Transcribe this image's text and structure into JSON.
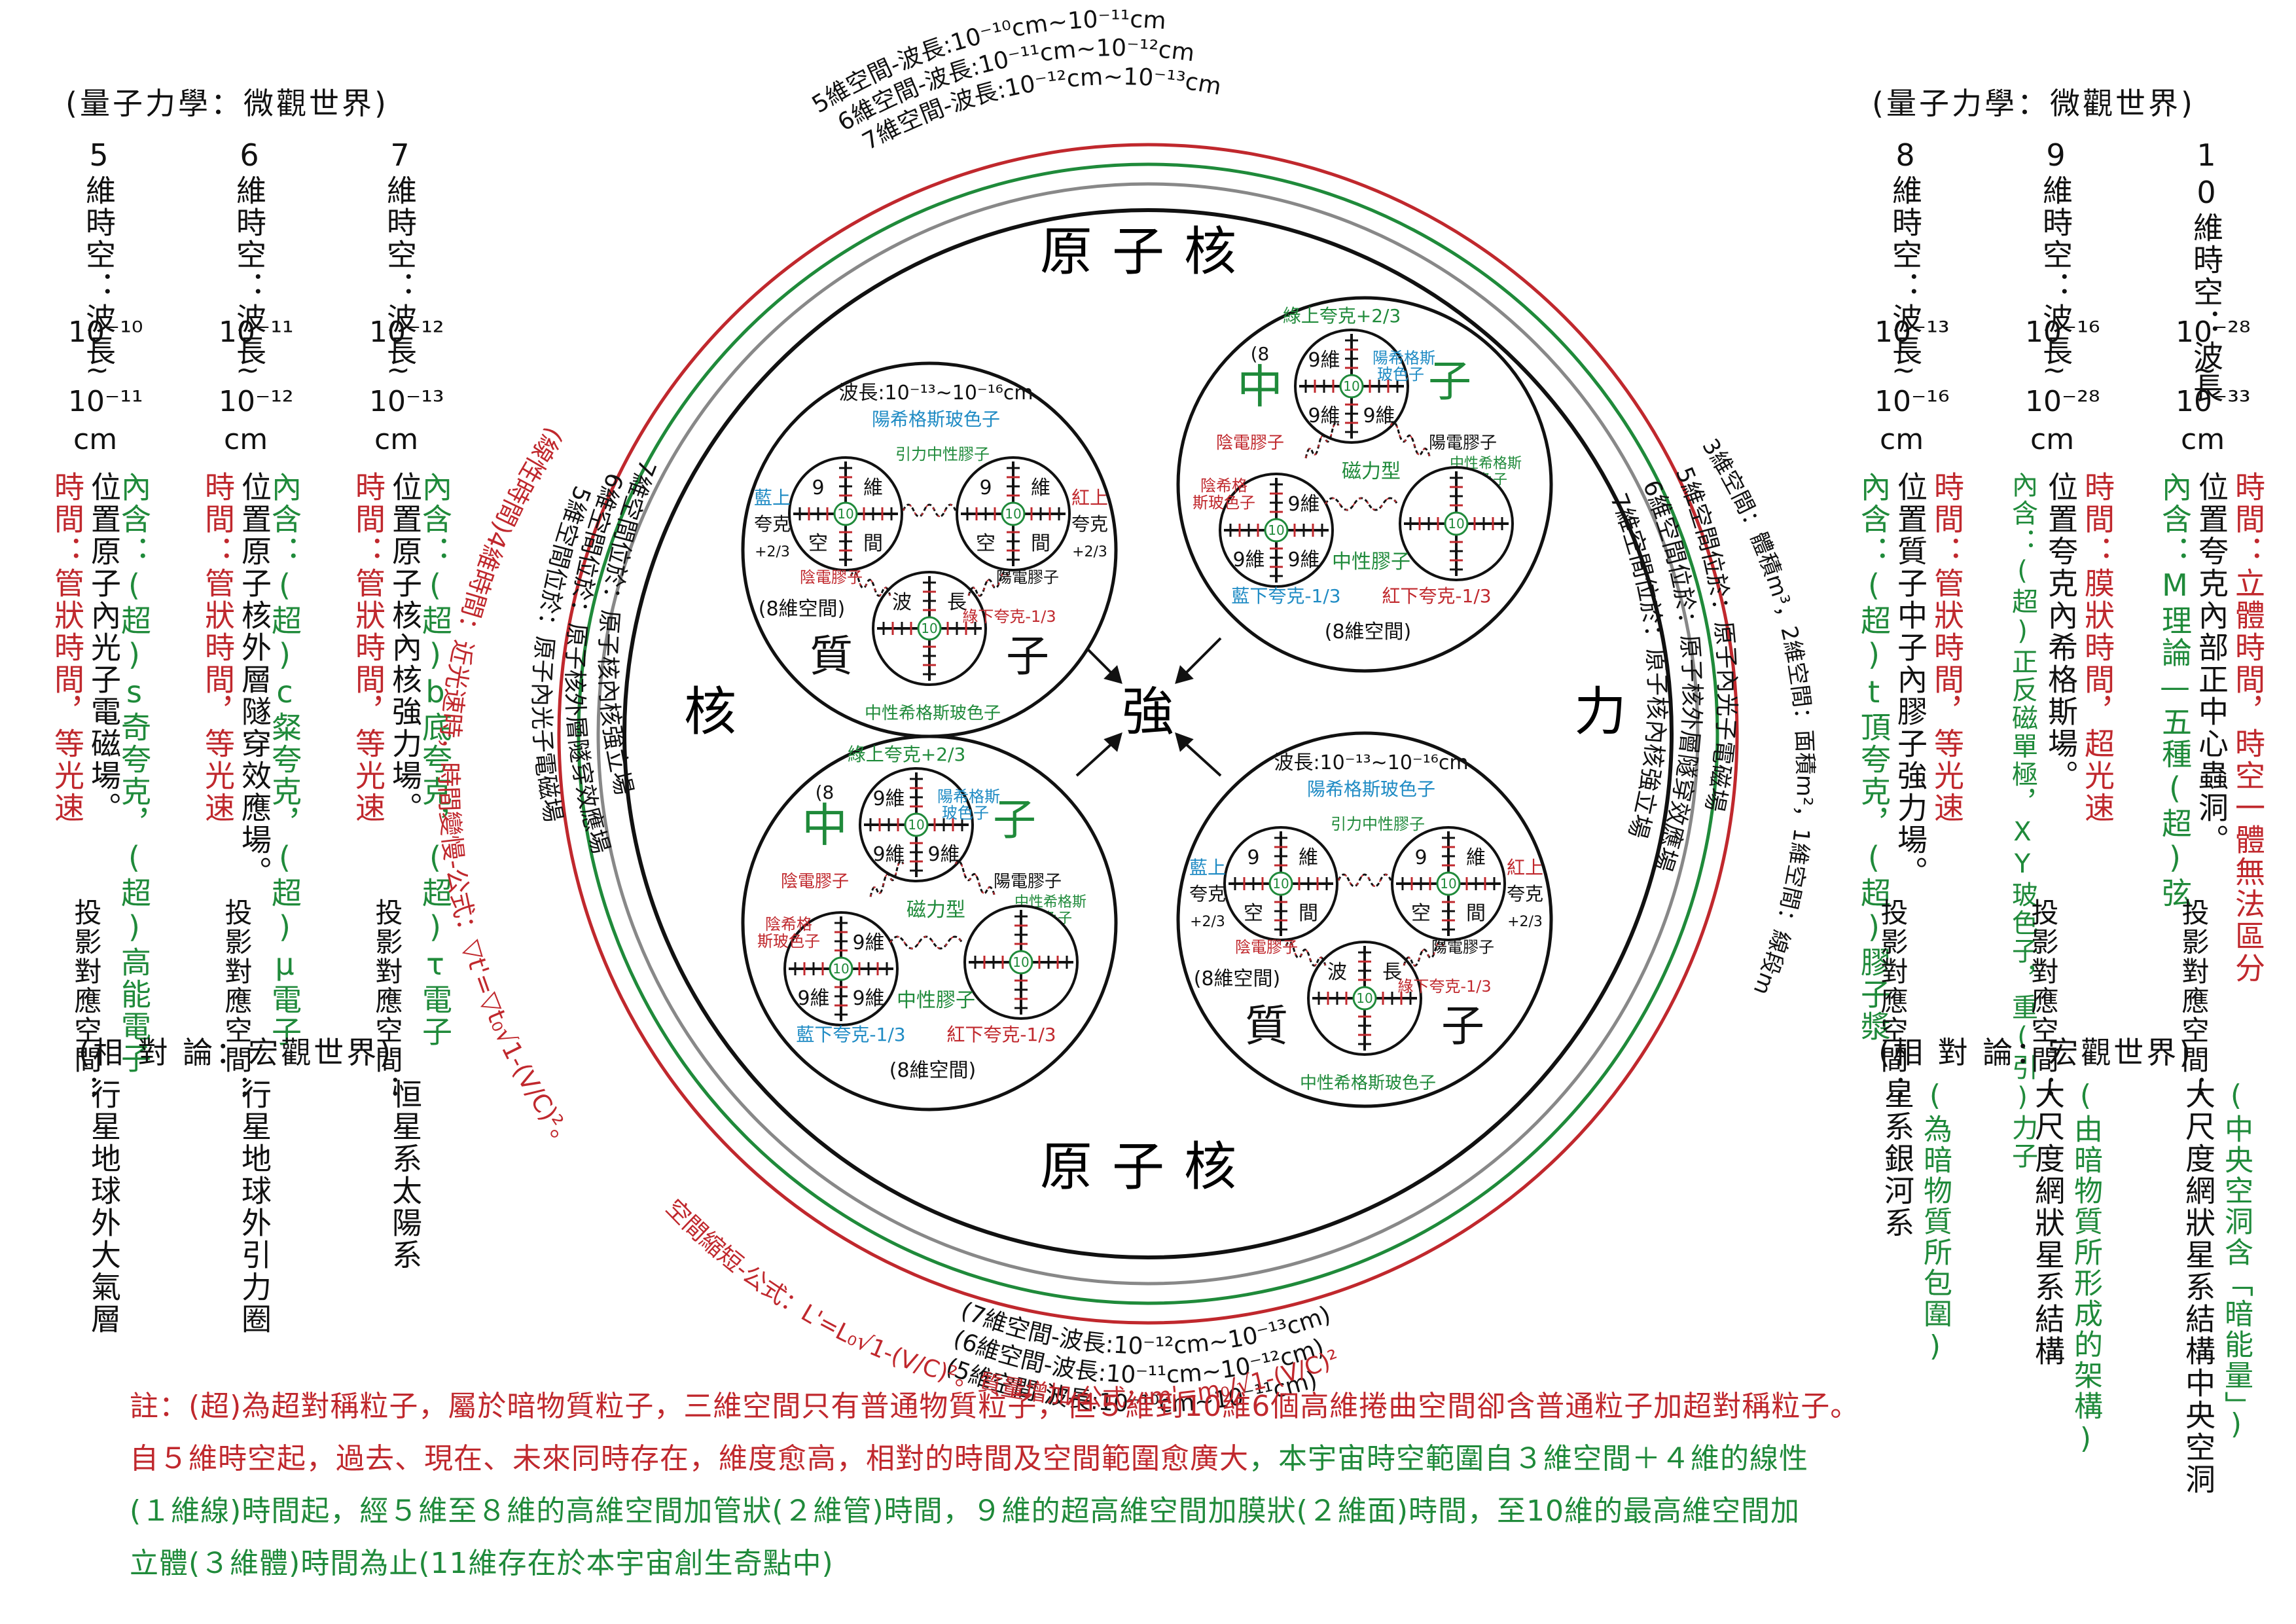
{
  "headers": {
    "left_top": "(量子力學：微觀世界)",
    "right_top": "(量子力學：微觀世界)",
    "left_bottom": "(相 對 論：宏觀世界)",
    "right_bottom": "(相 對 論：宏觀世界)"
  },
  "left_columns": [
    {
      "dim": "5維時空：波長",
      "w1": "10⁻¹⁰",
      "w2": "10⁻¹¹",
      "pos": "位置原子內光子電磁場。",
      "inner": "內含：(超)s奇夸克，(超)高能電子",
      "time": "時間：管狀時間，等光速"
    },
    {
      "dim": "6維時空：波長",
      "w1": "10⁻¹¹",
      "w2": "10⁻¹²",
      "pos": "位置原子核外層隧穿效應場。",
      "inner": "內含：(超)c粲夸克，(超)μ電子",
      "time": "時間：管狀時間，等光速"
    },
    {
      "dim": "7維時空：波長",
      "w1": "10⁻¹²",
      "w2": "10⁻¹³",
      "pos": "位置原子核內核強力場。",
      "inner": "內含：(超)b底夸克，(超)τ電子",
      "time": "時間：管狀時間，等光速"
    }
  ],
  "right_columns": [
    {
      "dim": "8維時空：波長",
      "w1": "10⁻¹³",
      "w2": "10⁻¹⁶",
      "pos": "位置質子中子內膠子強力場。",
      "inner": "內含：(超)t頂夸克，(超)膠子漿",
      "time": "時間：管狀時間，等光速"
    },
    {
      "dim": "9維時空：波長",
      "w1": "10⁻¹⁶",
      "w2": "10⁻²⁸",
      "pos": "位置夸克內希格斯場。",
      "inner": "內含：(超)正反磁單極，XY玻色子，重(引)力子",
      "time": "時間：膜狀時間，超光速"
    },
    {
      "dim": "10維時空：波長",
      "w1": "10⁻²⁸",
      "w2": "10⁻³³",
      "pos": "位置夸克內部正中心蟲洞。",
      "inner": "內含：M理論—五種(超)弦",
      "time": "時間：立體時間，時空一體無法區分"
    }
  ],
  "unit": "cm",
  "tilde": "~",
  "projection_label": "投影對應空間：",
  "left_bottom_items": [
    "行星地球外大氣層",
    "行星地球外引力圈",
    "恒星系太陽系"
  ],
  "right_bottom_items": [
    {
      "main": "星系銀河系",
      "note": "(為暗物質所包圍)"
    },
    {
      "main": "大尺度網狀星系結構",
      "note": "(由暗物質所形成的架構)"
    },
    {
      "main": "大尺度網狀星系結構中央空洞",
      "note": "(中央空洞含「暗能量」)"
    }
  ],
  "ring_labels_top": [
    "5維空間-波長:10⁻¹⁰cm~10⁻¹¹cm",
    "6維空間-波長:10⁻¹¹cm~10⁻¹²cm",
    "7維空間-波長:10⁻¹²cm~10⁻¹³cm"
  ],
  "ring_labels_bottom": [
    "(7維空間-波長:10⁻¹²cm~10⁻¹³cm)",
    "(6維空間-波長:10⁻¹¹cm~10⁻¹²cm)",
    "(5維空間-波長:10⁻¹⁰cm~10⁻¹¹cm)"
  ],
  "ring_left_red": "(線性時間)4維時間：近光速時，時間變慢-公式：▽t'=▽t₀√1-(V/C)²。",
  "ring_left_black": [
    "5維空間位於：原子內光子電磁場",
    "6維空間位於：原子核外層隧穿效應場",
    "7維空間位於：原子核內核強立場"
  ],
  "ring_right_black": [
    "3維空間：體積m³，2維空間：面積m²，1維空間：線段m",
    "5維空間位於：原子內光子電磁場",
    "6維空間位於：原子核外層隧穿效應場",
    "7維空間位於：原子核內核強立場"
  ],
  "ring_bottom_red": "空間縮短-公式：L'=L₀√1-(V/C)²。質量增加-公式：m'=m₀/√1-(V/C)²",
  "center": {
    "top_title": "原子核",
    "bottom_title": "原子核",
    "left_char": "核",
    "right_char": "力",
    "center_char": "強"
  },
  "proton": {
    "wavelength": "波長:10⁻¹³~10⁻¹⁶cm",
    "higgs_yang": "陽希格斯玻色子",
    "gluon_neutral": "引力中性膠子",
    "blue_up": "藍上夸克+2/3",
    "red_up": "紅上夸克+2/3",
    "green_down": "綠下夸克-1/3",
    "neg_gluon": "陰電膠子",
    "pos_gluon": "陽電膠子",
    "neutral_higgs": "中性希格斯玻色子",
    "space8": "(8維空間)",
    "big1": "質",
    "big2": "子",
    "dim9": "9",
    "wei": "維",
    "kong": "空",
    "jian": "間",
    "bo": "波",
    "chang": "長",
    "ten": "10"
  },
  "neutron": {
    "green_up": "綠上夸克+2/3",
    "higgs_yang": "陽希格斯玻色子",
    "neg_gluon": "陰電膠子",
    "pos_gluon": "陽電膠子",
    "higgs_neutral": "中性希格斯玻色子",
    "neg_higgs": "陰希格斯玻色子",
    "magnetic": "磁力型",
    "neutral_gluon": "中性膠子",
    "blue_down": "藍下夸克-1/3",
    "red_down": "紅下夸克-1/3",
    "space8": "(8維空間)",
    "big1": "中",
    "big2": "子",
    "dim9w": "9維",
    "ten": "10"
  },
  "footnotes": [
    "註：(超)為超對稱粒子，屬於暗物質粒子，三維空間只有普通物質粒子，但５維到10維6個高維捲曲空間卻含普通粒子加超對稱粒子。",
    "自５維時空起，過去、現在、未來同時存在，維度愈高，相對的時間及空間範圍愈廣大，本宇宙時空範圍自３維空間＋４維的線性",
    "(１維線)時間起，經５維至８維的高維空間加管狀(２維管)時間，９維的超高維空間加膜狀(２維面)時間，至10維的最高維空間加",
    "立體(３維體)時間為止(11維存在於本宇宙創生奇點中)"
  ],
  "colors": {
    "red": "#c0282d",
    "green": "#1f8a3a",
    "blue": "#1f8bc4",
    "gray": "#888888"
  }
}
